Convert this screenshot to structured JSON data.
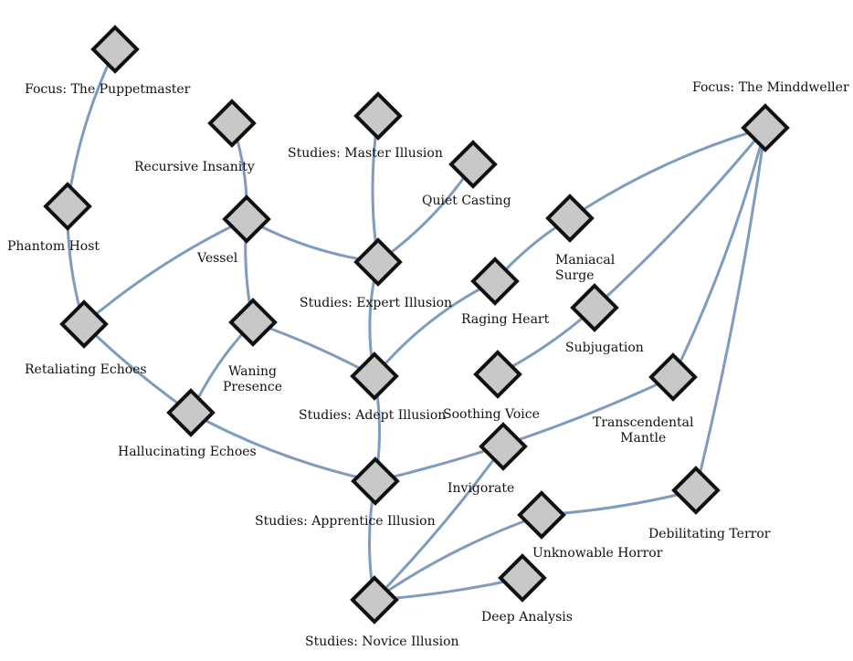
{
  "colors": {
    "edge": "#7f9bbd",
    "node_fill": "#c8c8c8",
    "node_border": "#111111",
    "background": "#ffffff"
  },
  "nodes": [
    {
      "id": "puppetmaster",
      "label": "Focus: The Puppetmaster"
    },
    {
      "id": "phantom_host",
      "label": "Phantom Host"
    },
    {
      "id": "retaliating_echoes",
      "label": "Retaliating Echoes"
    },
    {
      "id": "recursive_insanity",
      "label": "Recursive Insanity"
    },
    {
      "id": "vessel",
      "label": "Vessel"
    },
    {
      "id": "waning_presence",
      "label": "Waning\nPresence"
    },
    {
      "id": "hallucinating_echoes",
      "label": "Hallucinating Echoes"
    },
    {
      "id": "master_illusion",
      "label": "Studies: Master Illusion"
    },
    {
      "id": "quiet_casting",
      "label": "Quiet Casting"
    },
    {
      "id": "expert_illusion",
      "label": "Studies: Expert Illusion"
    },
    {
      "id": "adept_illusion",
      "label": "Studies: Adept Illusion"
    },
    {
      "id": "apprentice_illusion",
      "label": "Studies: Apprentice Illusion"
    },
    {
      "id": "novice_illusion",
      "label": "Studies: Novice Illusion"
    },
    {
      "id": "maniacal_surge",
      "label": "Maniacal\nSurge"
    },
    {
      "id": "raging_heart",
      "label": "Raging Heart"
    },
    {
      "id": "subjugation",
      "label": "Subjugation"
    },
    {
      "id": "soothing_voice",
      "label": "Soothing Voice"
    },
    {
      "id": "invigorate",
      "label": "Invigorate"
    },
    {
      "id": "transcendental_mantle",
      "label": "Transcendental\nMantle"
    },
    {
      "id": "minddweller",
      "label": "Focus: The Minddweller"
    },
    {
      "id": "debilitating_terror",
      "label": "Debilitating Terror"
    },
    {
      "id": "unknowable_horror",
      "label": "Unknowable Horror"
    },
    {
      "id": "deep_analysis",
      "label": "Deep Analysis"
    }
  ],
  "edges": [
    [
      "puppetmaster",
      "phantom_host"
    ],
    [
      "phantom_host",
      "retaliating_echoes"
    ],
    [
      "retaliating_echoes",
      "vessel"
    ],
    [
      "retaliating_echoes",
      "hallucinating_echoes"
    ],
    [
      "recursive_insanity",
      "vessel"
    ],
    [
      "vessel",
      "expert_illusion"
    ],
    [
      "vessel",
      "waning_presence"
    ],
    [
      "waning_presence",
      "hallucinating_echoes"
    ],
    [
      "waning_presence",
      "adept_illusion"
    ],
    [
      "hallucinating_echoes",
      "apprentice_illusion"
    ],
    [
      "master_illusion",
      "expert_illusion"
    ],
    [
      "quiet_casting",
      "expert_illusion"
    ],
    [
      "expert_illusion",
      "adept_illusion"
    ],
    [
      "adept_illusion",
      "raging_heart"
    ],
    [
      "adept_illusion",
      "apprentice_illusion"
    ],
    [
      "apprentice_illusion",
      "novice_illusion"
    ],
    [
      "apprentice_illusion",
      "transcendental_mantle"
    ],
    [
      "raging_heart",
      "maniacal_surge"
    ],
    [
      "maniacal_surge",
      "minddweller"
    ],
    [
      "subjugation",
      "minddweller"
    ],
    [
      "subjugation",
      "soothing_voice"
    ],
    [
      "transcendental_mantle",
      "minddweller"
    ],
    [
      "debilitating_terror",
      "minddweller"
    ],
    [
      "debilitating_terror",
      "unknowable_horror"
    ],
    [
      "invigorate",
      "novice_illusion"
    ],
    [
      "unknowable_horror",
      "novice_illusion"
    ],
    [
      "deep_analysis",
      "novice_illusion"
    ]
  ]
}
